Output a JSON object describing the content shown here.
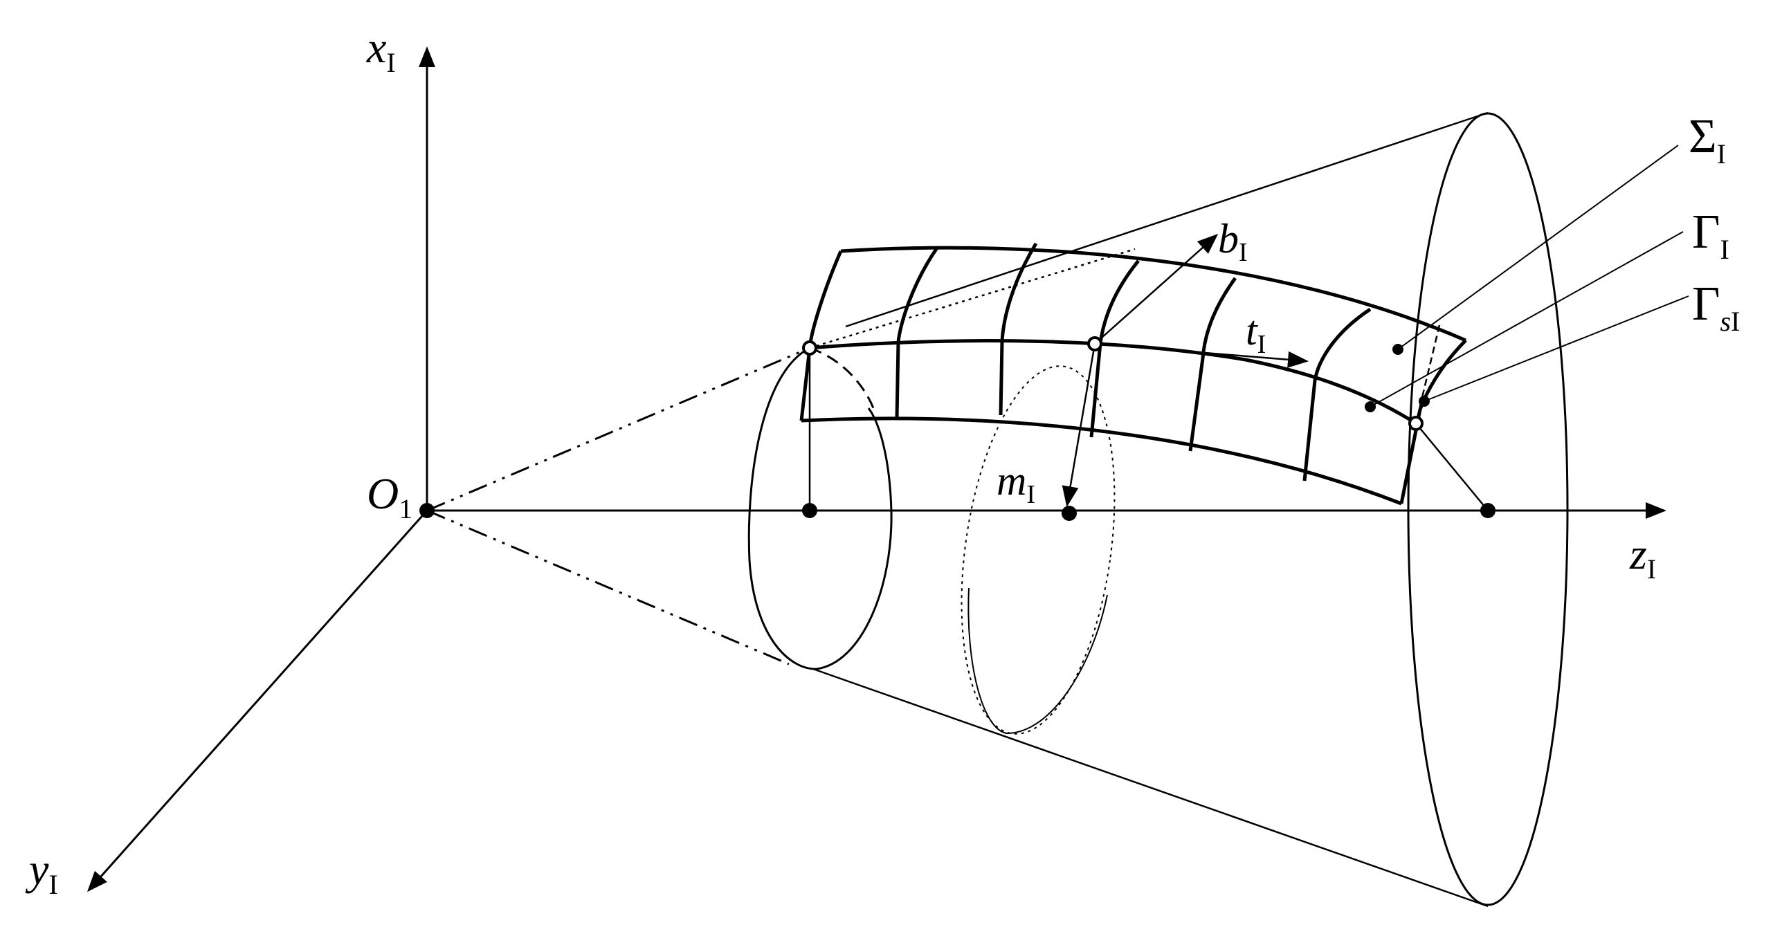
{
  "labels": {
    "x_axis": {
      "main": "x",
      "sub": "I"
    },
    "y_axis": {
      "main": "y",
      "sub": "I"
    },
    "z_axis": {
      "main": "z",
      "sub": "I"
    },
    "origin": {
      "main": "O",
      "sub": "1"
    },
    "b_vector": {
      "main": "b",
      "sub": "I"
    },
    "t_vector": {
      "main": "t",
      "sub": "I"
    },
    "m_vector": {
      "main": "m",
      "sub": "I"
    },
    "sigma": {
      "main": "Σ",
      "sub": "I"
    },
    "gamma": {
      "main": "Γ",
      "sub": "I"
    },
    "gamma_s": {
      "main": "Γ",
      "sub_italic": "s",
      "sub": "I"
    }
  },
  "colors": {
    "ink": "#000000",
    "background": "#ffffff"
  }
}
